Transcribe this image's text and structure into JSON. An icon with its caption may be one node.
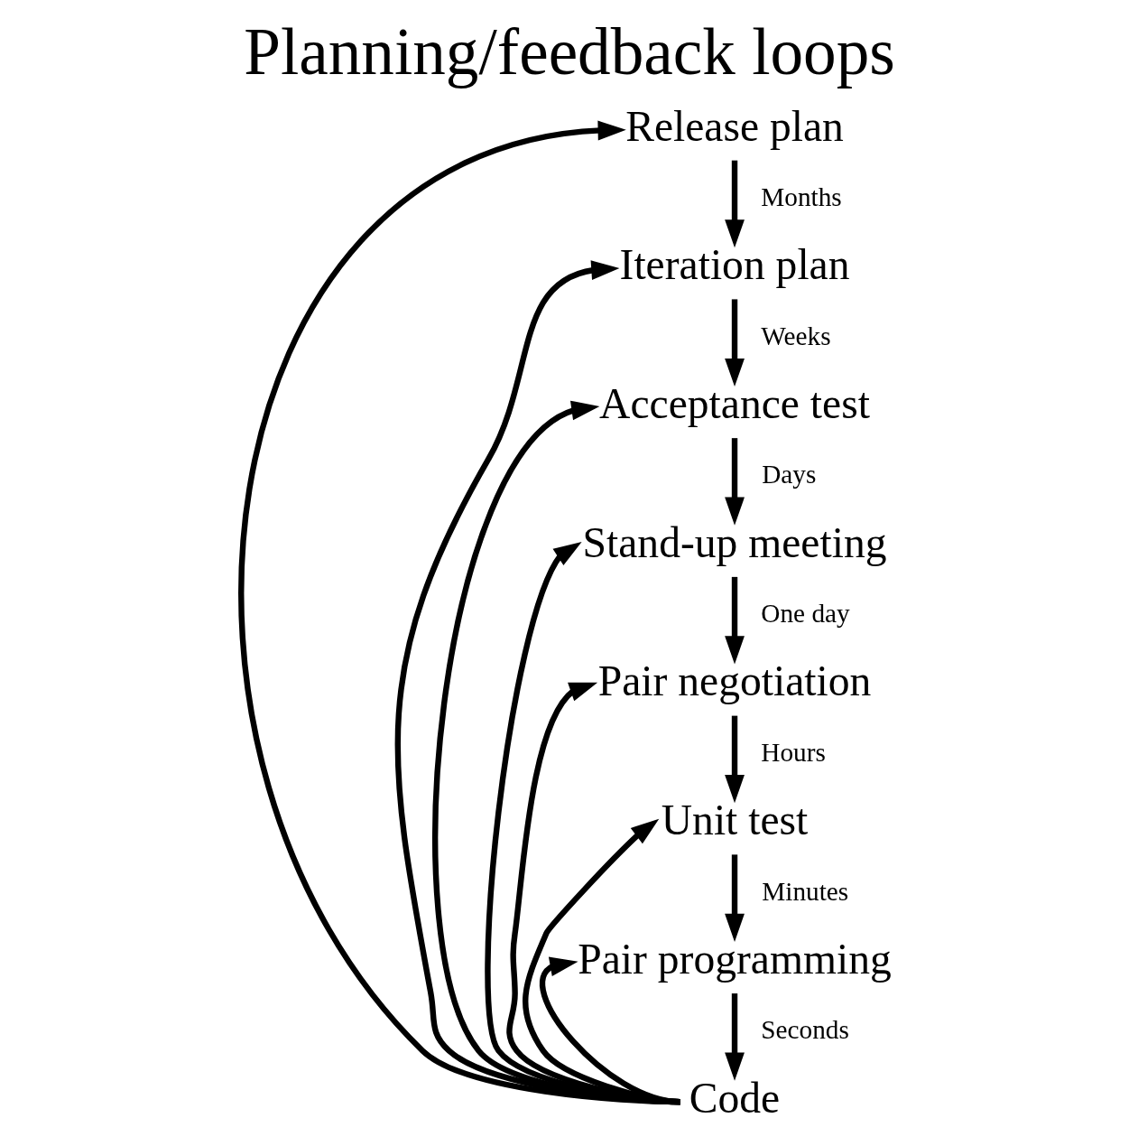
{
  "diagram": {
    "title": "Planning/feedback loops",
    "nodes": [
      {
        "text": [
          "Release plan"
        ]
      },
      {
        "text": [
          "Iteration plan"
        ]
      },
      {
        "text": [
          "Acceptance test"
        ]
      },
      {
        "text": [
          "Stand-up meeting"
        ]
      },
      {
        "text": [
          "Pair negotiation"
        ]
      },
      {
        "text": [
          "Unit test"
        ]
      },
      {
        "text": [
          "Pair programming"
        ]
      },
      {
        "text": [
          "Code"
        ]
      }
    ],
    "edges": [
      {
        "from": 0,
        "to": 1,
        "arrow": "to",
        "label": "Months"
      },
      {
        "from": 1,
        "to": 2,
        "arrow": "to",
        "label": "Weeks"
      },
      {
        "from": 2,
        "to": 3,
        "arrow": "to",
        "label": "Days"
      },
      {
        "from": 3,
        "to": 4,
        "arrow": "to",
        "label": "One day"
      },
      {
        "from": 4,
        "to": 5,
        "arrow": "to",
        "label": "Hours"
      },
      {
        "from": 5,
        "to": 6,
        "arrow": "to",
        "label": "Minutes"
      },
      {
        "from": 6,
        "to": 7,
        "arrow": "to",
        "label": "Seconds"
      },
      {
        "from": 7,
        "to": 0,
        "arrow": "to"
      },
      {
        "from": 7,
        "to": 1,
        "arrow": "to"
      },
      {
        "from": 7,
        "to": 2,
        "arrow": "to"
      },
      {
        "from": 7,
        "to": 3,
        "arrow": "to"
      },
      {
        "from": 7,
        "to": 4,
        "arrow": "to"
      },
      {
        "from": 7,
        "to": 5,
        "arrow": "to"
      },
      {
        "from": 7,
        "to": 6,
        "arrow": "to"
      }
    ]
  }
}
